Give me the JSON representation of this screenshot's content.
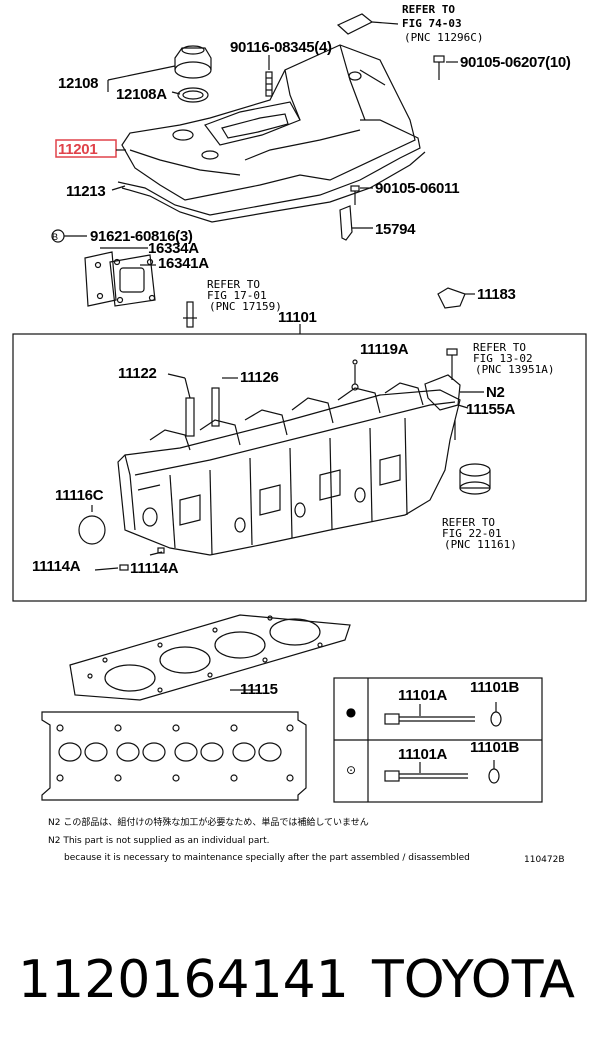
{
  "callouts": {
    "p12108": "12108",
    "p12108A": "12108A",
    "p11201": "11201",
    "p11213": "11213",
    "p90116": "90116-08345(4)",
    "p90105a": "90105-06207(10)",
    "p90105b": "90105-06011",
    "p15794": "15794",
    "p91621": "91621-60816(3)",
    "circleB": "B",
    "p16334A": "16334A",
    "p16341A": "16341A",
    "p11183": "11183",
    "p11101": "11101",
    "p11119A": "11119A",
    "p11122": "11122",
    "p11126": "11126",
    "pN2": "N2",
    "p11155A": "11155A",
    "p11116C": "11116C",
    "p11114A1": "11114A",
    "p11114A2": "11114A",
    "p11115": "11115"
  },
  "references": {
    "fig74": [
      "REFER TO",
      "FIG 74-03",
      "(PNC 11296C)"
    ],
    "fig17": [
      "REFER TO",
      "FIG 17-01",
      "(PNC 17159)"
    ],
    "fig13": [
      "REFER TO",
      "FIG 13-02",
      "(PNC 13951A)"
    ],
    "fig22": [
      "REFER TO",
      "FIG 22-01",
      "(PNC 11161)"
    ]
  },
  "bolt_table": {
    "rows": [
      {
        "marker": "●",
        "bolt": "11101A",
        "washer": "11101B"
      },
      {
        "marker": "⊙",
        "bolt": "11101A",
        "washer": "11101B"
      }
    ]
  },
  "notes": {
    "jp": "N2 この部品は、組付けの特殊な加工が必要なため、単品では補給していません",
    "en1": "N2  This part is not supplied as an individual part.",
    "en2": "because it is necessary to maintenance specially after the part assembled / disassembled",
    "code": "110472B"
  },
  "footer": {
    "part_number": "1120164141",
    "brand": "TOYOTA"
  }
}
